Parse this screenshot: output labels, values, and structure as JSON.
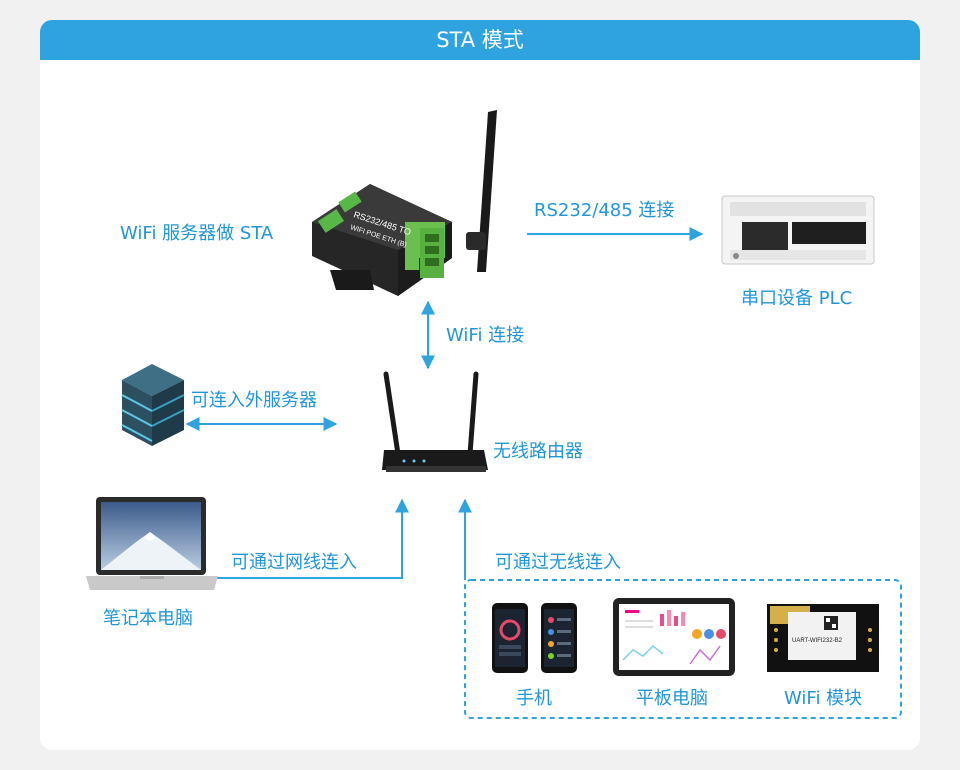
{
  "header": {
    "title": "STA 模式"
  },
  "labels": {
    "gateway": "WiFi 服务器做 STA",
    "serial_link": "RS232/485 连接",
    "plc": "串口设备 PLC",
    "wifi_link": "WiFi 连接",
    "server_link": "可连入外服务器",
    "router": "无线路由器",
    "wired_link": "可通过网线连入",
    "laptop": "笔记本电脑",
    "wireless_link": "可通过无线连入",
    "phone": "手机",
    "tablet": "平板电脑",
    "wifi_module": "WiFi 模块"
  },
  "device_text": {
    "gateway_model": "RS232/485 TO",
    "gateway_sub": "WIFI POE ETH (B)",
    "module_model": "UART-WIFI232-B2"
  },
  "colors": {
    "accent": "#2fa3e0",
    "label": "#2196d8",
    "background": "#f1f1f1",
    "card": "#ffffff"
  }
}
